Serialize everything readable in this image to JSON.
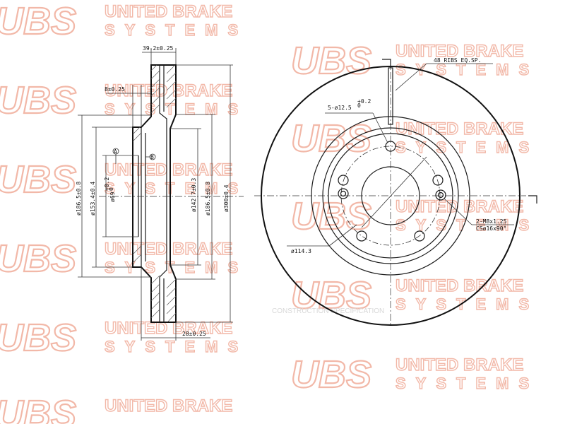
{
  "watermark": {
    "logo": "UBS",
    "line1": "UNITED BRAKE",
    "line2": "SYSTEMS",
    "color": "#f2b8a8"
  },
  "faint_text": "CONSTRUCTION SPECIFICATION",
  "side_view": {
    "thickness": "39.2±0.25",
    "flange": "8±0.25",
    "offset": "28±0.25",
    "d_inner_cavity": "ø186.5±0.8",
    "d_hub_outer": "ø153.4±0.4",
    "d_center": "ø69",
    "d_center_tol_upper": "+0.2",
    "d_center_tol_lower": "0",
    "d_hat": "ø142.7±0.3",
    "d_friction_inner": "ø186.5±0.8",
    "d_outer": "ø300±0.4",
    "datum_a": "A",
    "datum_b": "B"
  },
  "front_view": {
    "ribs": "48 RIBS EQ.SP.",
    "holes": "5-ø12.5",
    "holes_tol_upper": "+0.2",
    "holes_tol_lower": "0",
    "thread_line1": "2-M8x1.25",
    "thread_line2": "CSø16x90°",
    "pcd": "ø114.3"
  }
}
